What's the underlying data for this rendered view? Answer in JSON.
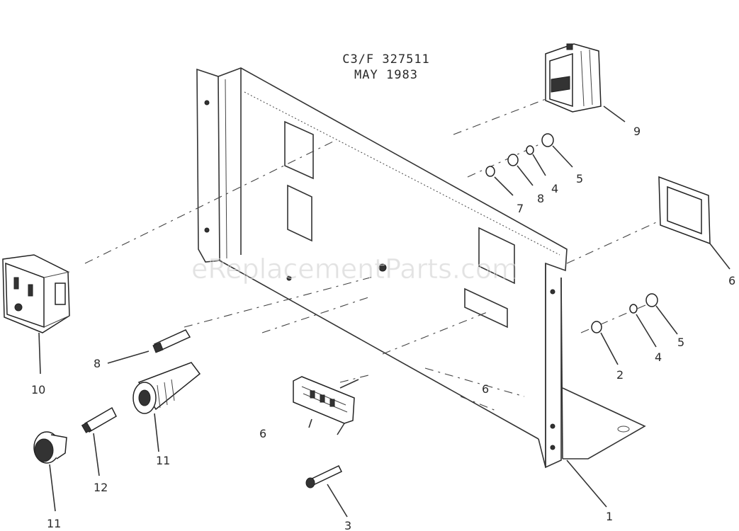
{
  "header": {
    "line1": "C3/F 327511",
    "line2": "MAY 1983"
  },
  "watermark": "eReplacementParts.com",
  "callouts": [
    {
      "id": "c1",
      "text": "1"
    },
    {
      "id": "c2",
      "text": "2"
    },
    {
      "id": "c3",
      "text": "3"
    },
    {
      "id": "c4a",
      "text": "4"
    },
    {
      "id": "c4b",
      "text": "4"
    },
    {
      "id": "c5a",
      "text": "5"
    },
    {
      "id": "c5b",
      "text": "5"
    },
    {
      "id": "c6a",
      "text": "6"
    },
    {
      "id": "c6b",
      "text": "6"
    },
    {
      "id": "c6c",
      "text": "6"
    },
    {
      "id": "c7",
      "text": "7"
    },
    {
      "id": "c8a",
      "text": "8"
    },
    {
      "id": "c8b",
      "text": "8"
    },
    {
      "id": "c9",
      "text": "9"
    },
    {
      "id": "c10",
      "text": "10"
    },
    {
      "id": "c11a",
      "text": "11"
    },
    {
      "id": "c11b",
      "text": "11"
    },
    {
      "id": "c12",
      "text": "12"
    }
  ]
}
